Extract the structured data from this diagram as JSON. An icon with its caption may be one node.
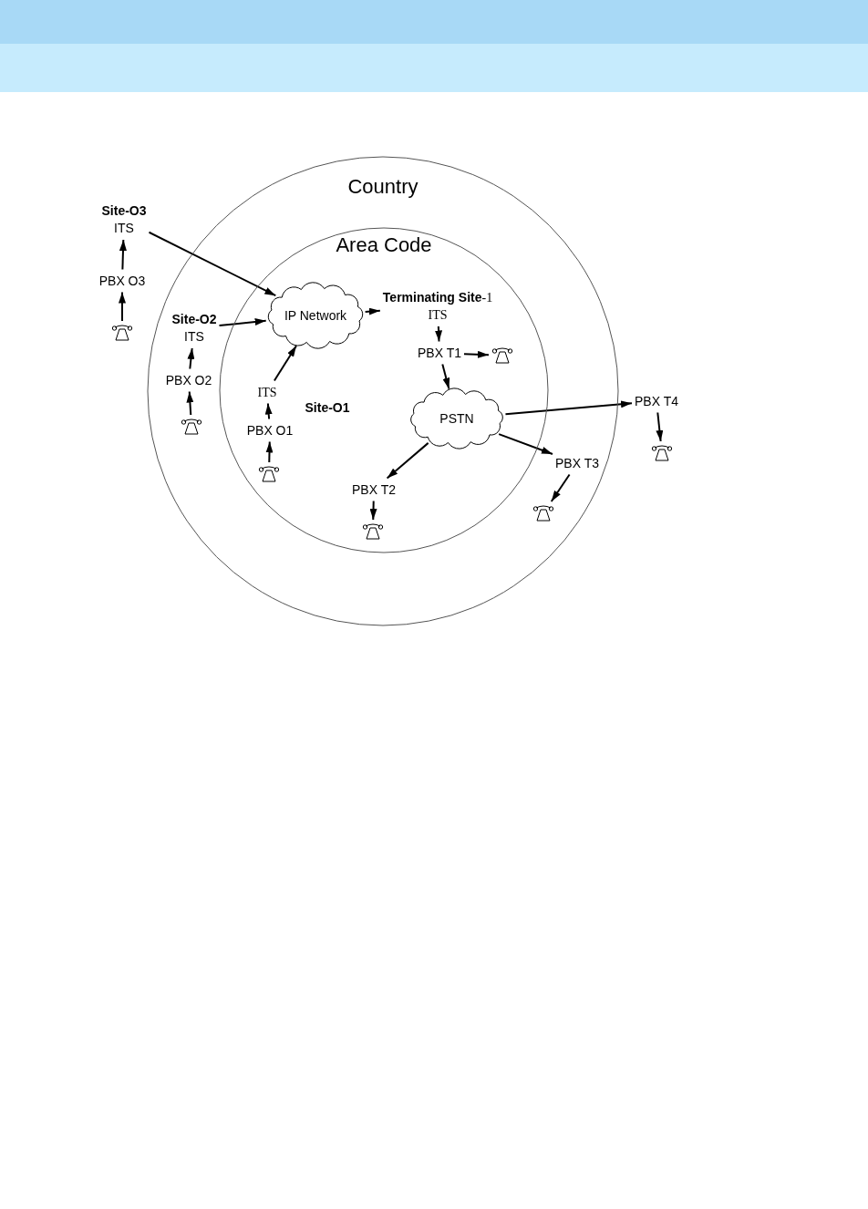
{
  "diagram": {
    "nodes": [
      {
        "text": [
          "Country"
        ]
      },
      {
        "text": [
          "Area Code"
        ],
        "in": 0
      },
      {
        "text": [
          "Site-O3",
          "ITS"
        ]
      },
      {
        "text": [
          "PBX O3"
        ]
      },
      {
        "text": [],
        "shape": "telephone"
      },
      {
        "text": [
          "IP Network"
        ],
        "in": 1
      },
      {
        "text": [
          "Site-O2",
          "ITS"
        ],
        "in": 0
      },
      {
        "text": [
          "PBX O2"
        ],
        "in": 0
      },
      {
        "text": [],
        "shape": "telephone",
        "in": 0
      },
      {
        "text": [
          "ITS"
        ],
        "beside": [
          "Site-O1"
        ],
        "in": 1
      },
      {
        "text": [
          "PBX O1"
        ],
        "in": 1
      },
      {
        "text": [],
        "shape": "telephone",
        "in": 1
      },
      {
        "text": [
          "**Terminating Site**-1",
          "ITS"
        ],
        "in": 1
      },
      {
        "text": [
          "PBX T1"
        ],
        "in": 1
      },
      {
        "text": [],
        "shape": "telephone",
        "in": 1
      },
      {
        "text": [
          "PSTN"
        ],
        "in": 1
      },
      {
        "text": [
          "PBX T2"
        ],
        "in": 1
      },
      {
        "text": [],
        "shape": "telephone",
        "in": 1
      },
      {
        "text": [
          "PBX T3"
        ],
        "in": 0
      },
      {
        "text": [],
        "shape": "telephone",
        "in": 0
      },
      {
        "text": [
          "PBX T4"
        ]
      },
      {
        "text": [],
        "shape": "telephone"
      }
    ],
    "edges": [
      {
        "from": 4,
        "to": 3,
        "arrow": "to"
      },
      {
        "from": 3,
        "to": 2,
        "arrow": "to"
      },
      {
        "from": 2,
        "to": 5,
        "arrow": "to"
      },
      {
        "from": 8,
        "to": 7,
        "arrow": "to"
      },
      {
        "from": 7,
        "to": 6,
        "arrow": "to"
      },
      {
        "from": 6,
        "to": 5,
        "arrow": "to"
      },
      {
        "from": 11,
        "to": 10,
        "arrow": "to"
      },
      {
        "from": 10,
        "to": 9,
        "arrow": "to"
      },
      {
        "from": 9,
        "to": 5,
        "arrow": "to"
      },
      {
        "from": 5,
        "to": 12,
        "arrow": "to"
      },
      {
        "from": 12,
        "to": 13,
        "arrow": "to"
      },
      {
        "from": 13,
        "to": 14,
        "arrow": "to"
      },
      {
        "from": 13,
        "to": 15,
        "arrow": "to"
      },
      {
        "from": 15,
        "to": 16,
        "arrow": "to"
      },
      {
        "from": 16,
        "to": 17,
        "arrow": "to"
      },
      {
        "from": 15,
        "to": 18,
        "arrow": "to"
      },
      {
        "from": 18,
        "to": 19,
        "arrow": "to"
      },
      {
        "from": 15,
        "to": 20,
        "arrow": "to"
      },
      {
        "from": 20,
        "to": 21,
        "arrow": "to"
      }
    ]
  }
}
